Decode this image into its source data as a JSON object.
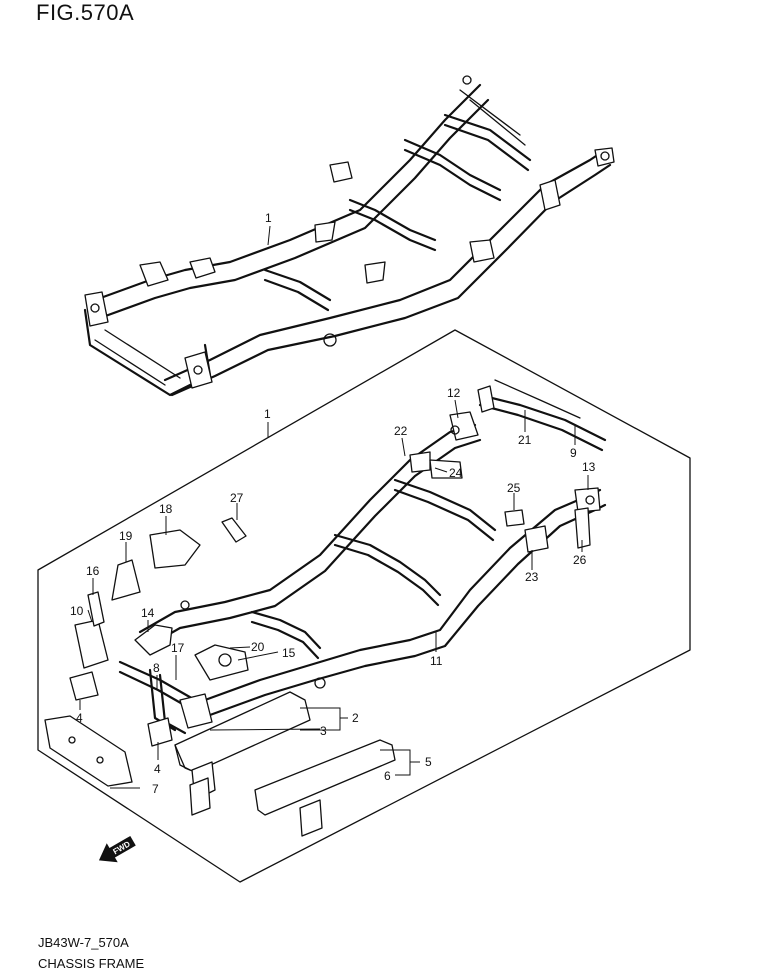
{
  "figure": {
    "title": "FIG.570A",
    "code": "JB43W-7_570A",
    "description": "CHASSIS FRAME"
  },
  "direction_marker": {
    "label": "FWD"
  },
  "callouts": [
    {
      "id": "c1a",
      "number": "1"
    },
    {
      "id": "c1b",
      "number": "1"
    },
    {
      "id": "c2",
      "number": "2"
    },
    {
      "id": "c3",
      "number": "3"
    },
    {
      "id": "c4a",
      "number": "4"
    },
    {
      "id": "c4b",
      "number": "4"
    },
    {
      "id": "c5",
      "number": "5"
    },
    {
      "id": "c6",
      "number": "6"
    },
    {
      "id": "c7",
      "number": "7"
    },
    {
      "id": "c8",
      "number": "8"
    },
    {
      "id": "c9",
      "number": "9"
    },
    {
      "id": "c10",
      "number": "10"
    },
    {
      "id": "c11",
      "number": "11"
    },
    {
      "id": "c12",
      "number": "12"
    },
    {
      "id": "c13",
      "number": "13"
    },
    {
      "id": "c14",
      "number": "14"
    },
    {
      "id": "c15",
      "number": "15"
    },
    {
      "id": "c16",
      "number": "16"
    },
    {
      "id": "c17",
      "number": "17"
    },
    {
      "id": "c18",
      "number": "18"
    },
    {
      "id": "c19",
      "number": "19"
    },
    {
      "id": "c20",
      "number": "20"
    },
    {
      "id": "c21",
      "number": "21"
    },
    {
      "id": "c22",
      "number": "22"
    },
    {
      "id": "c23",
      "number": "23"
    },
    {
      "id": "c24",
      "number": "24"
    },
    {
      "id": "c25",
      "number": "25"
    },
    {
      "id": "c26",
      "number": "26"
    },
    {
      "id": "c27",
      "number": "27"
    }
  ]
}
